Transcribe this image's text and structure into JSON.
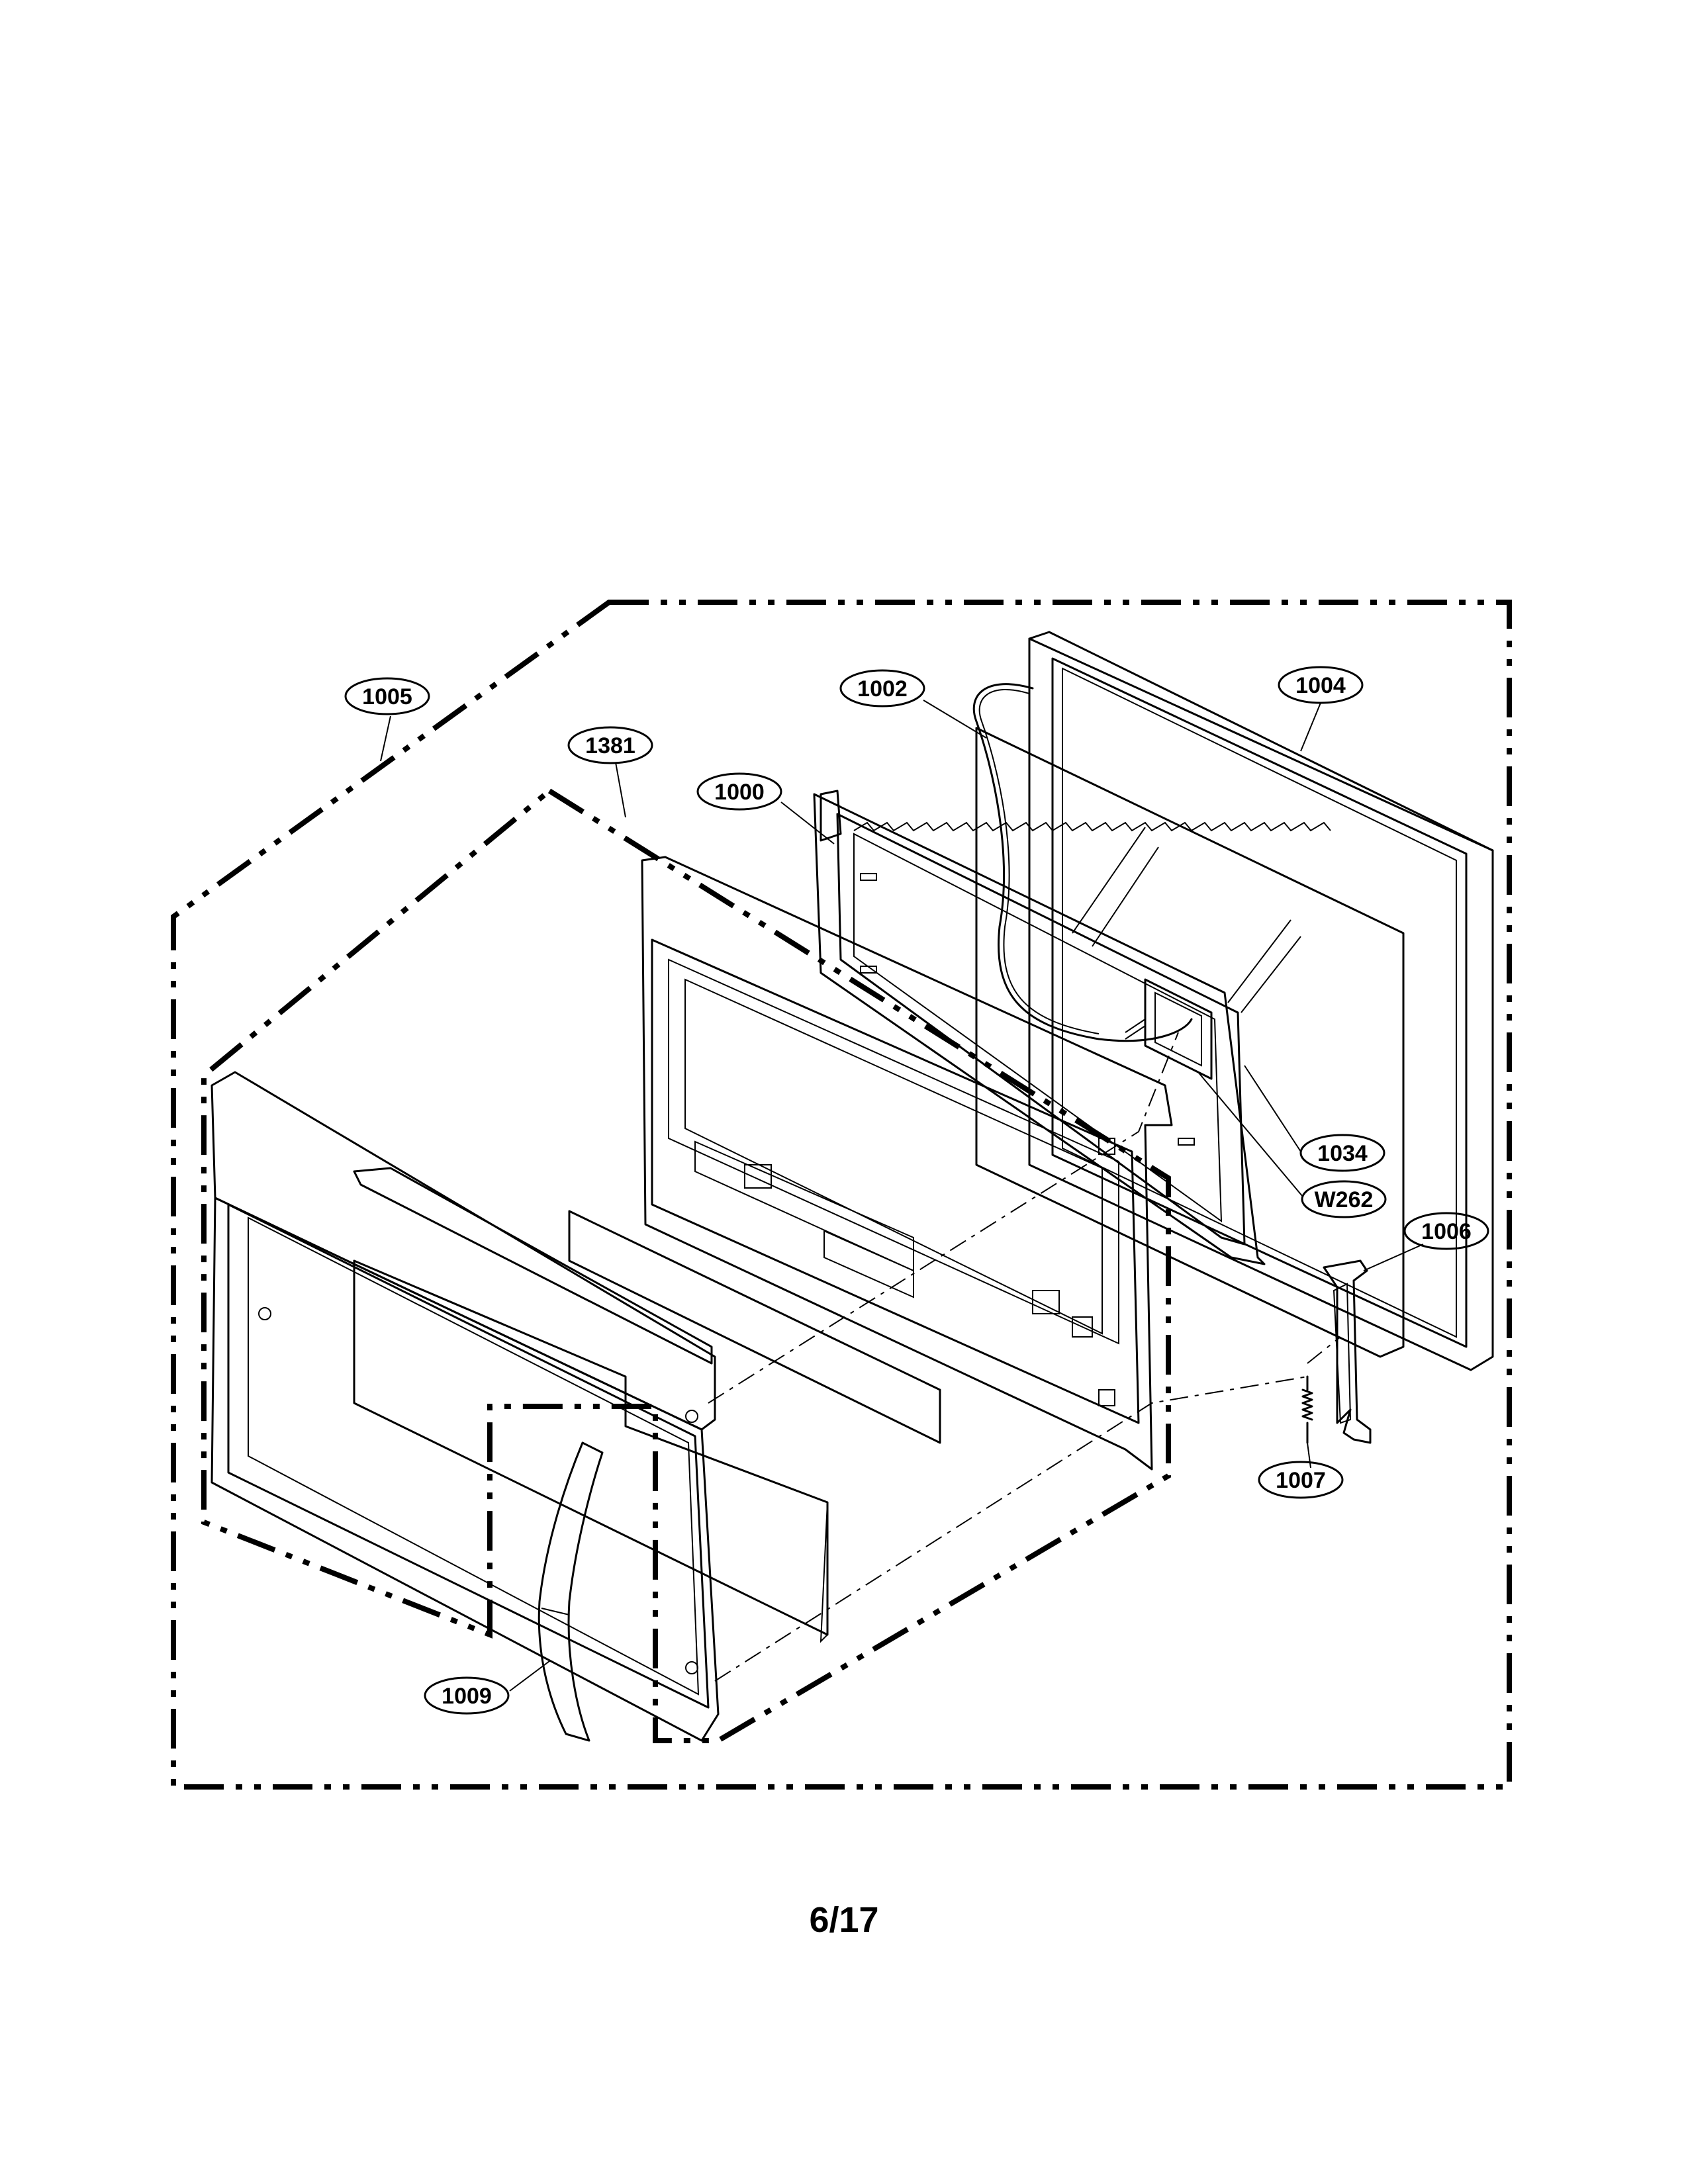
{
  "diagram": {
    "callouts": [
      {
        "id": "c1005",
        "label": "1005"
      },
      {
        "id": "c1381",
        "label": "1381"
      },
      {
        "id": "c1000",
        "label": "1000"
      },
      {
        "id": "c1002",
        "label": "1002"
      },
      {
        "id": "c1004",
        "label": "1004"
      },
      {
        "id": "c1034",
        "label": "1034"
      },
      {
        "id": "cW262",
        "label": "W262"
      },
      {
        "id": "c1006",
        "label": "1006"
      },
      {
        "id": "c1007",
        "label": "1007"
      },
      {
        "id": "c1009",
        "label": "1009"
      }
    ]
  },
  "footer": {
    "page_number": "6/17"
  }
}
